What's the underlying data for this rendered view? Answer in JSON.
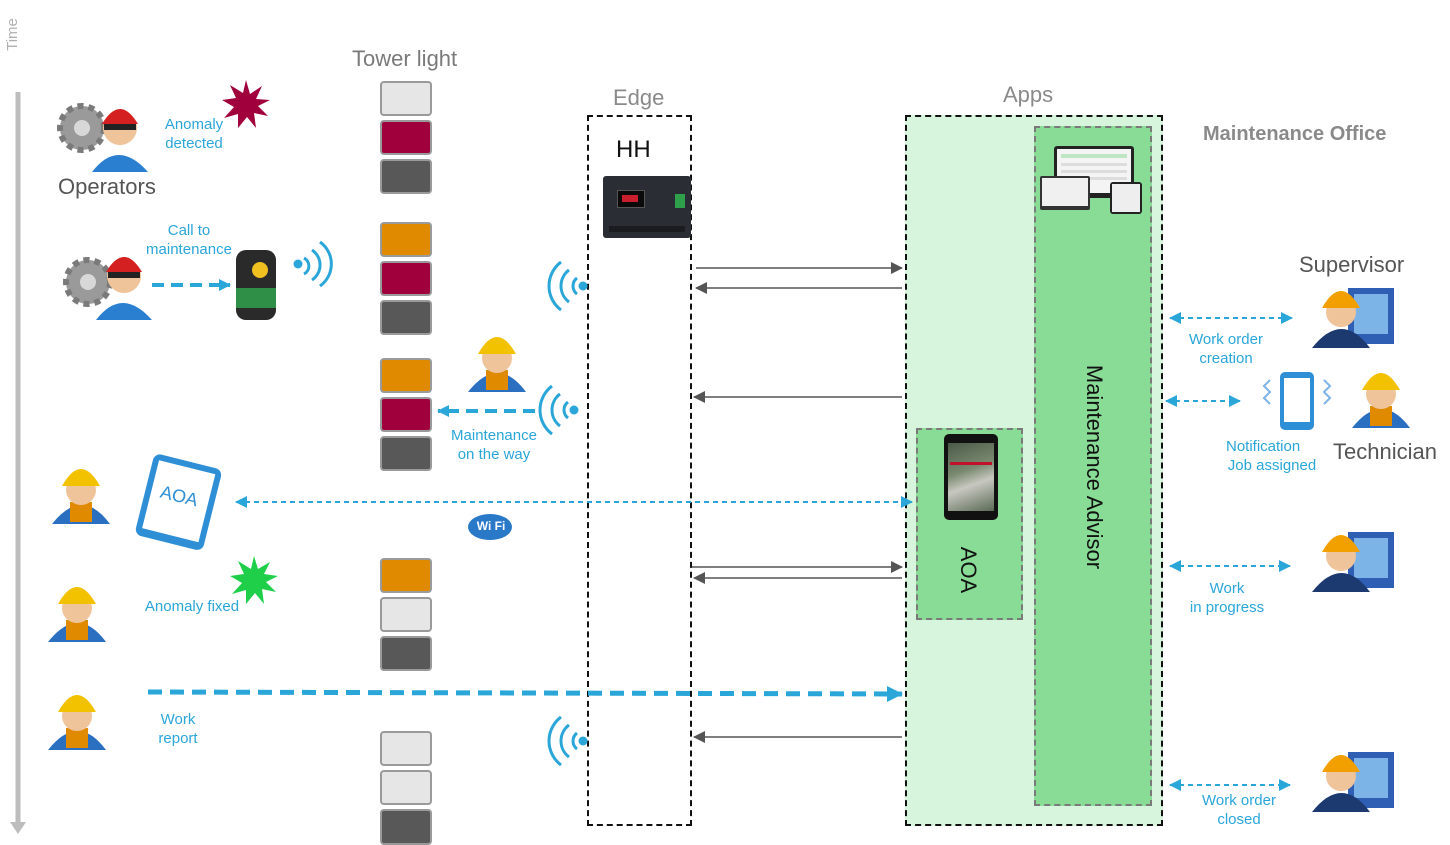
{
  "time_label": "Time",
  "tower_light_title": "Tower light",
  "edge_title": "Edge",
  "hh_label": "HH",
  "apps_title": "Apps",
  "maintenance_office_title": "Maintenance Office",
  "maintenance_advisor_label": "Maintenance Advisor",
  "aoa_label": "AOA",
  "aoa_tablet_text": "AOA",
  "wifi_text": "Wi Fi",
  "operators_label": "Operators",
  "supervisor_label": "Supervisor",
  "technician_label": "Technician",
  "steps": {
    "anomaly_detected": [
      "Anomaly",
      "detected"
    ],
    "call_to_maintenance": [
      "Call to",
      "maintenance"
    ],
    "maintenance_on_way": [
      "Maintenance",
      "on the way"
    ],
    "anomaly_fixed": "Anomaly fixed",
    "work_report": [
      "Work",
      "report"
    ],
    "work_order_creation": [
      "Work order",
      "creation"
    ],
    "notification": [
      "Notification",
      "Job assigned"
    ],
    "work_in_progress": [
      "Work",
      "in progress"
    ],
    "work_order_closed": [
      "Work order",
      "closed"
    ]
  },
  "tower_light_states": [
    [
      "white",
      "red",
      "dark"
    ],
    [
      "orange",
      "red",
      "dark"
    ],
    [
      "orange",
      "red",
      "dark"
    ],
    [
      "orange",
      "white",
      "dark"
    ],
    [
      "white",
      "white",
      "dark"
    ]
  ],
  "colors": {
    "accent_blue": "#2aa6d9",
    "apps_green": "#d6f5dc",
    "advisor_green": "#88dc96",
    "alarm_red": "#a0003c",
    "fixed_green": "#1fcf4a"
  }
}
